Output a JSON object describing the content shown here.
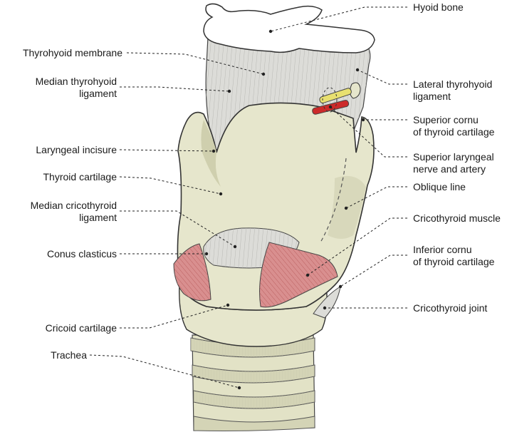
{
  "diagram": {
    "left_labels": [
      {
        "id": "thyrohyoid-membrane",
        "text": "Thyrohyoid membrane"
      },
      {
        "id": "median-thyrohyoid-ligament",
        "text": "Median thyrohyoid\nligament"
      },
      {
        "id": "laryngeal-incisure",
        "text": "Laryngeal incisure"
      },
      {
        "id": "thyroid-cartilage",
        "text": "Thyroid cartilage"
      },
      {
        "id": "median-cricothyroid-ligament",
        "text": "Median cricothyroid\nligament"
      },
      {
        "id": "conus-clasticus",
        "text": "Conus clasticus"
      },
      {
        "id": "cricoid-cartilage",
        "text": "Cricoid cartilage"
      },
      {
        "id": "trachea",
        "text": "Trachea"
      }
    ],
    "right_labels": [
      {
        "id": "hyoid-bone",
        "text": "Hyoid bone"
      },
      {
        "id": "lateral-thyrohyoid-ligament",
        "text": "Lateral thyrohyoid\nligament"
      },
      {
        "id": "superior-cornu",
        "text": "Superior cornu\nof thyroid cartilage"
      },
      {
        "id": "superior-laryngeal-nerve-artery",
        "text": "Superior laryngeal\nnerve and artery"
      },
      {
        "id": "oblique-line",
        "text": "Oblique line"
      },
      {
        "id": "cricothyroid-muscle",
        "text": "Cricothyroid muscle"
      },
      {
        "id": "inferior-cornu",
        "text": "Inferior cornu\nof thyroid cartilage"
      },
      {
        "id": "cricothyroid-joint",
        "text": "Cricothyroid joint"
      }
    ]
  },
  "colors": {
    "cartilage": "#e6e6cc",
    "cartilage_shadow": "#cfcfae",
    "bone": "#ffffff",
    "membrane": "#dcdcd8",
    "muscle": "#d98f8f",
    "nerve": "#e8e070",
    "artery": "#cc2a2a",
    "outline": "#333333"
  }
}
